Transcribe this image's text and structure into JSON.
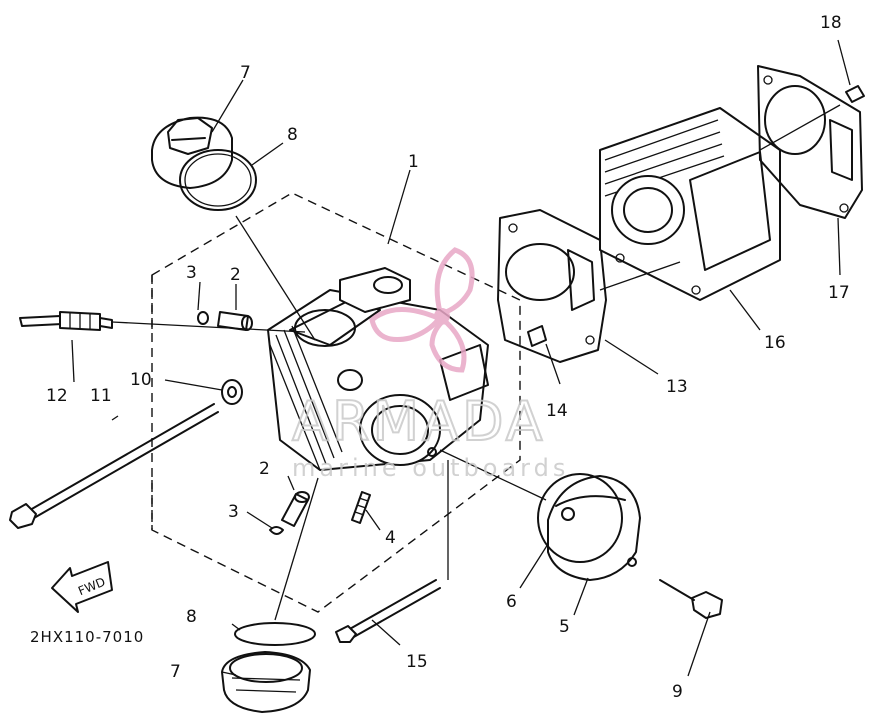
{
  "diagram": {
    "labels": [
      {
        "id": "label-1",
        "text": "1"
      },
      {
        "id": "label-2-top",
        "text": "2"
      },
      {
        "id": "label-2-bottom",
        "text": "2"
      },
      {
        "id": "label-3-top",
        "text": "3"
      },
      {
        "id": "label-3-bottom",
        "text": "3"
      },
      {
        "id": "label-4",
        "text": "4"
      },
      {
        "id": "label-5",
        "text": "5"
      },
      {
        "id": "label-6",
        "text": "6"
      },
      {
        "id": "label-7-top",
        "text": "7"
      },
      {
        "id": "label-7-bottom",
        "text": "7"
      },
      {
        "id": "label-8-top",
        "text": "8"
      },
      {
        "id": "label-8-bottom",
        "text": "8"
      },
      {
        "id": "label-9",
        "text": "9"
      },
      {
        "id": "label-10",
        "text": "10"
      },
      {
        "id": "label-11",
        "text": "11"
      },
      {
        "id": "label-12",
        "text": "12"
      },
      {
        "id": "label-13",
        "text": "13"
      },
      {
        "id": "label-14",
        "text": "14"
      },
      {
        "id": "label-15",
        "text": "15"
      },
      {
        "id": "label-16",
        "text": "16"
      },
      {
        "id": "label-17",
        "text": "17"
      },
      {
        "id": "label-18",
        "text": "18"
      }
    ],
    "fwd_arrow_text": "FWD",
    "part_code": "2HX110-7010"
  },
  "watermark": {
    "brand": "ARMADA",
    "tagline": "marine outboards",
    "colors": {
      "logo": "#e8a7c6",
      "text": "#c9c9c9"
    }
  }
}
